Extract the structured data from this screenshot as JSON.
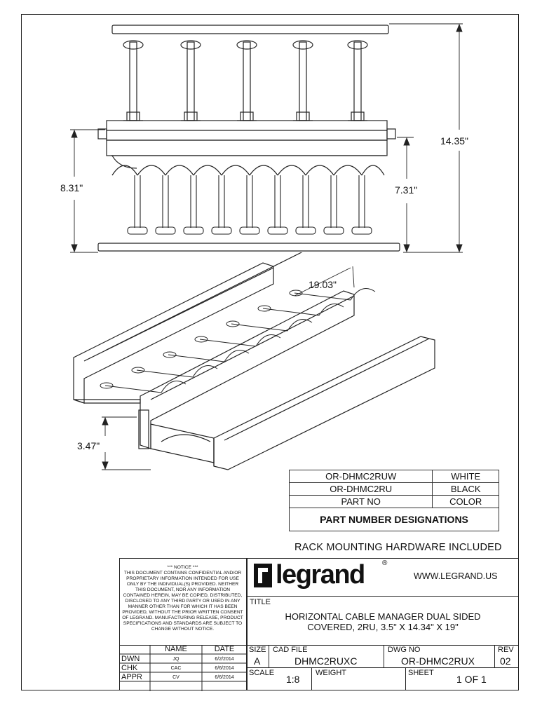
{
  "dimensions": {
    "overall_height": "14.35\"",
    "front_height": "8.31\"",
    "rear_height": "7.31\"",
    "width": "19.03\"",
    "depth": "3.47\""
  },
  "brand_mark": "legrand",
  "part_table": {
    "rows": [
      {
        "part": "OR-DHMC2RUW",
        "color": "WHITE"
      },
      {
        "part": "OR-DHMC2RU",
        "color": "BLACK"
      }
    ],
    "col_part": "PART NO",
    "col_color": "COLOR",
    "title": "PART NUMBER DESIGNATIONS"
  },
  "rack_note": "RACK MOUNTING HARDWARE INCLUDED",
  "notice": {
    "heading": "*** NOTICE ***",
    "body": "THIS DOCUMENT CONTAINS CONFIDENTIAL AND/OR PROPRIETARY INFORMATION INTENDED FOR USE ONLY BY THE INDIVIDUAL(S) PROVIDED. NEITHER THIS DOCUMENT, NOR ANY INFORMATION CONTAINED HEREIN, MAY BE COPIED, DISTRIBUTED, DISCLOSED TO ANY THIRD PARTY OR USED IN ANY MANNER OTHER THAN FOR WHICH IT HAS BEEN PROVIDED, WITHOUT THE PRIOR WRITTEN CONSENT OF LEGRAND. MANUFACTURING RELEASE, PRODUCT SPECIFICATIONS AND STANDARDS ARE SUBJECT TO CHANGE WITHOUT NOTICE."
  },
  "website": "WWW.LEGRAND.US",
  "title_label": "TITLE",
  "title_line1": "HORIZONTAL CABLE MANAGER DUAL SIDED",
  "title_line2": "COVERED, 2RU, 3.5\" X 14.34\" X 19\"",
  "signoff": {
    "name_hdr": "NAME",
    "date_hdr": "DATE",
    "rows": [
      {
        "role": "DWN",
        "name": "JQ",
        "date": "6/2/2014"
      },
      {
        "role": "CHK",
        "name": "CAC",
        "date": "6/6/2014"
      },
      {
        "role": "APPR",
        "name": "CV",
        "date": "6/6/2014"
      }
    ]
  },
  "size_label": "SIZE",
  "size_value": "A",
  "cad_label": "CAD FILE",
  "cad_value": "DHMC2RUXC",
  "dwg_label": "DWG NO",
  "dwg_value": "OR-DHMC2RUX",
  "rev_label": "REV",
  "rev_value": "02",
  "scale_label": "SCALE",
  "scale_value": "1:8",
  "weight_label": "WEIGHT",
  "sheet_label": "SHEET",
  "sheet_value": "1 OF 1"
}
